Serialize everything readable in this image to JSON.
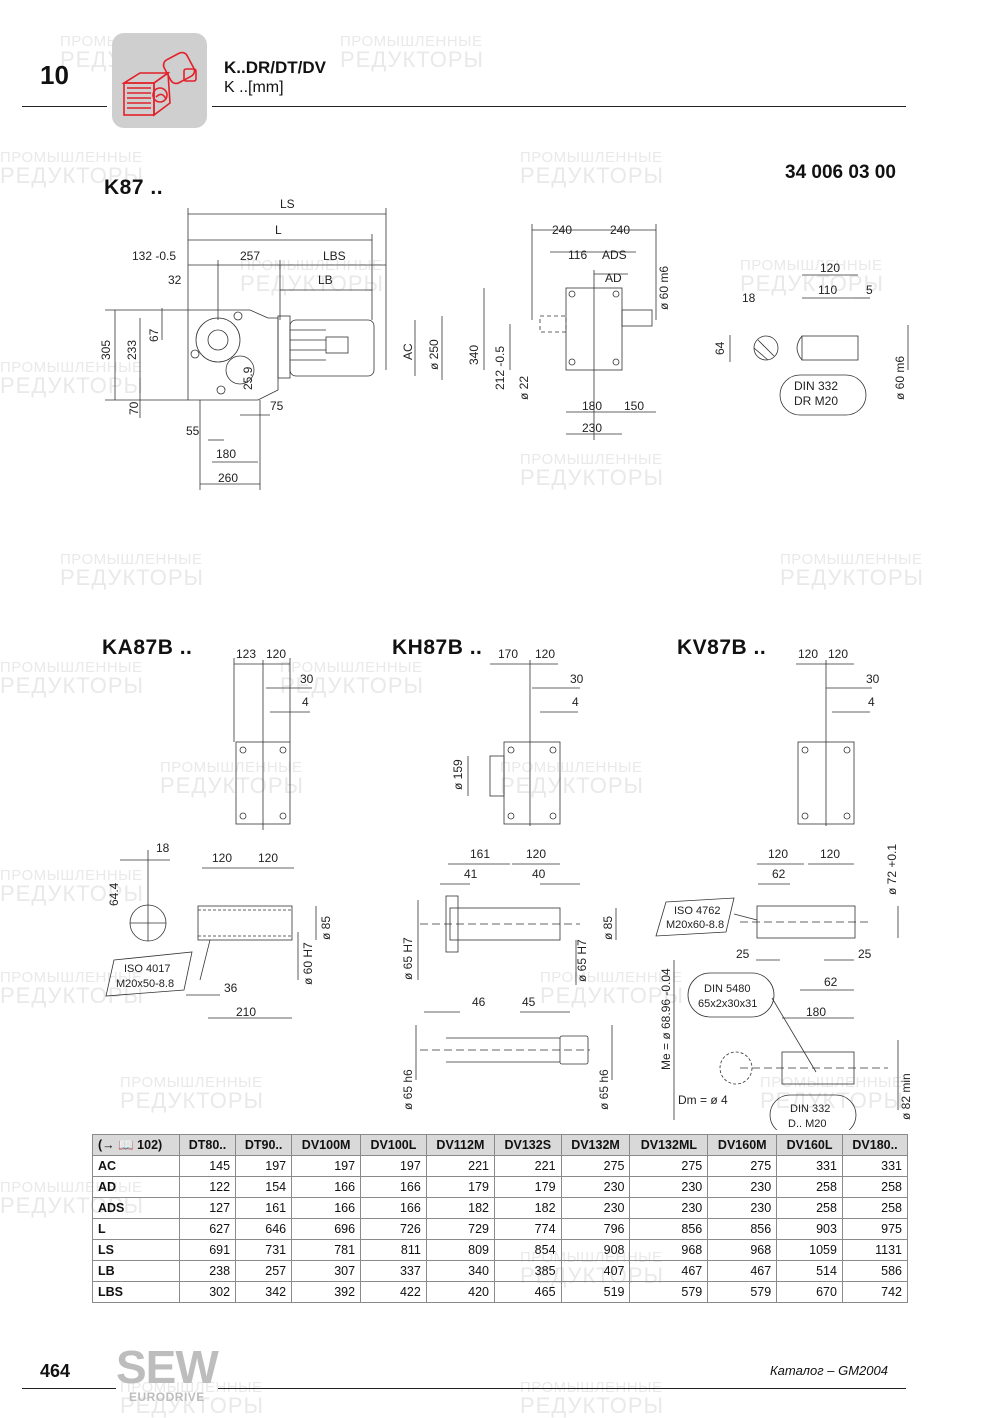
{
  "header": {
    "chapter_number": "10",
    "title": "K..DR/DT/DV",
    "subtitle": "K ..[mm]",
    "icon": "gear-motor-icon"
  },
  "watermark": {
    "line1": "ПРОМЫШЛЕННЫЕ",
    "line2": "РЕДУКТОРЫ"
  },
  "drawings": {
    "k87": {
      "label": "K87 ..",
      "doc_number": "34 006 03 00",
      "side_view": {
        "dims": [
          "LS",
          "L",
          "132 -0.5",
          "257",
          "LBS",
          "32",
          "LB",
          "305",
          "233",
          "67",
          "25.9",
          "AC",
          "ø 250",
          "70",
          "75",
          "55",
          "180",
          "260"
        ]
      },
      "front_view": {
        "dims": [
          "240",
          "240",
          "116",
          "ADS",
          "AD",
          "ø 60 m6",
          "340",
          "212 -0.5",
          "ø 22",
          "180",
          "150",
          "230"
        ]
      },
      "shaft_detail": {
        "dims": [
          "18",
          "64",
          "120",
          "110",
          "5",
          "ø 60 m6"
        ],
        "callout": [
          "DIN 332",
          "DR M20"
        ]
      }
    },
    "ka87b": {
      "label": "KA87B ..",
      "top_dims": [
        "123",
        "120",
        "30",
        "4"
      ],
      "shaft_dims": [
        "18",
        "64.4",
        "120",
        "120",
        "ø 85",
        "ø 60 H7",
        "36",
        "210"
      ],
      "callout": [
        "ISO 4017",
        "M20x50-8.8"
      ]
    },
    "kh87b": {
      "label": "KH87B ..",
      "top_dims": [
        "170",
        "120",
        "30",
        "4",
        "ø 159"
      ],
      "shaft_dims": [
        "161",
        "120",
        "41",
        "40",
        "ø 85",
        "ø 65 H7",
        "ø 65 H7"
      ],
      "lower_dims": [
        "46",
        "45",
        "ø 65 h6",
        "ø 65 h6"
      ]
    },
    "kv87b": {
      "label": "KV87B ..",
      "top_dims": [
        "120",
        "120",
        "30",
        "4"
      ],
      "shaft_dims": [
        "120",
        "120",
        "62",
        "ø 72 +0.1",
        "25",
        "25",
        "62",
        "180",
        "ø 82 min"
      ],
      "me": "Me = ø 68.96 -0.04",
      "dm": "Dm = ø 4",
      "callout_iso": [
        "ISO 4762",
        "M20x60-8.8"
      ],
      "callout_din5480": [
        "DIN 5480",
        "65x2x30x31"
      ],
      "callout_din332": [
        "DIN 332",
        "D.. M20"
      ]
    }
  },
  "table": {
    "corner_label": "(→ 📖 102)",
    "columns": [
      "DT80..",
      "DT90..",
      "DV100M",
      "DV100L",
      "DV112M",
      "DV132S",
      "DV132M",
      "DV132ML",
      "DV160M",
      "DV160L",
      "DV180.."
    ],
    "rows": [
      {
        "label": "AC",
        "values": [
          "145",
          "197",
          "197",
          "197",
          "221",
          "221",
          "275",
          "275",
          "275",
          "331",
          "331"
        ]
      },
      {
        "label": "AD",
        "values": [
          "122",
          "154",
          "166",
          "166",
          "179",
          "179",
          "230",
          "230",
          "230",
          "258",
          "258"
        ]
      },
      {
        "label": "ADS",
        "values": [
          "127",
          "161",
          "166",
          "166",
          "182",
          "182",
          "230",
          "230",
          "230",
          "258",
          "258"
        ]
      },
      {
        "label": "L",
        "values": [
          "627",
          "646",
          "696",
          "726",
          "729",
          "774",
          "796",
          "856",
          "856",
          "903",
          "975"
        ]
      },
      {
        "label": "LS",
        "values": [
          "691",
          "731",
          "781",
          "811",
          "809",
          "854",
          "908",
          "968",
          "968",
          "1059",
          "1131"
        ]
      },
      {
        "label": "LB",
        "values": [
          "238",
          "257",
          "307",
          "337",
          "340",
          "385",
          "407",
          "467",
          "467",
          "514",
          "586"
        ]
      },
      {
        "label": "LBS",
        "values": [
          "302",
          "342",
          "392",
          "422",
          "420",
          "465",
          "519",
          "579",
          "579",
          "670",
          "742"
        ]
      }
    ]
  },
  "footer": {
    "page_number": "464",
    "brand": "SEW",
    "brand_sub": "EURODRIVE",
    "catalog": "Каталог – GM2004"
  }
}
